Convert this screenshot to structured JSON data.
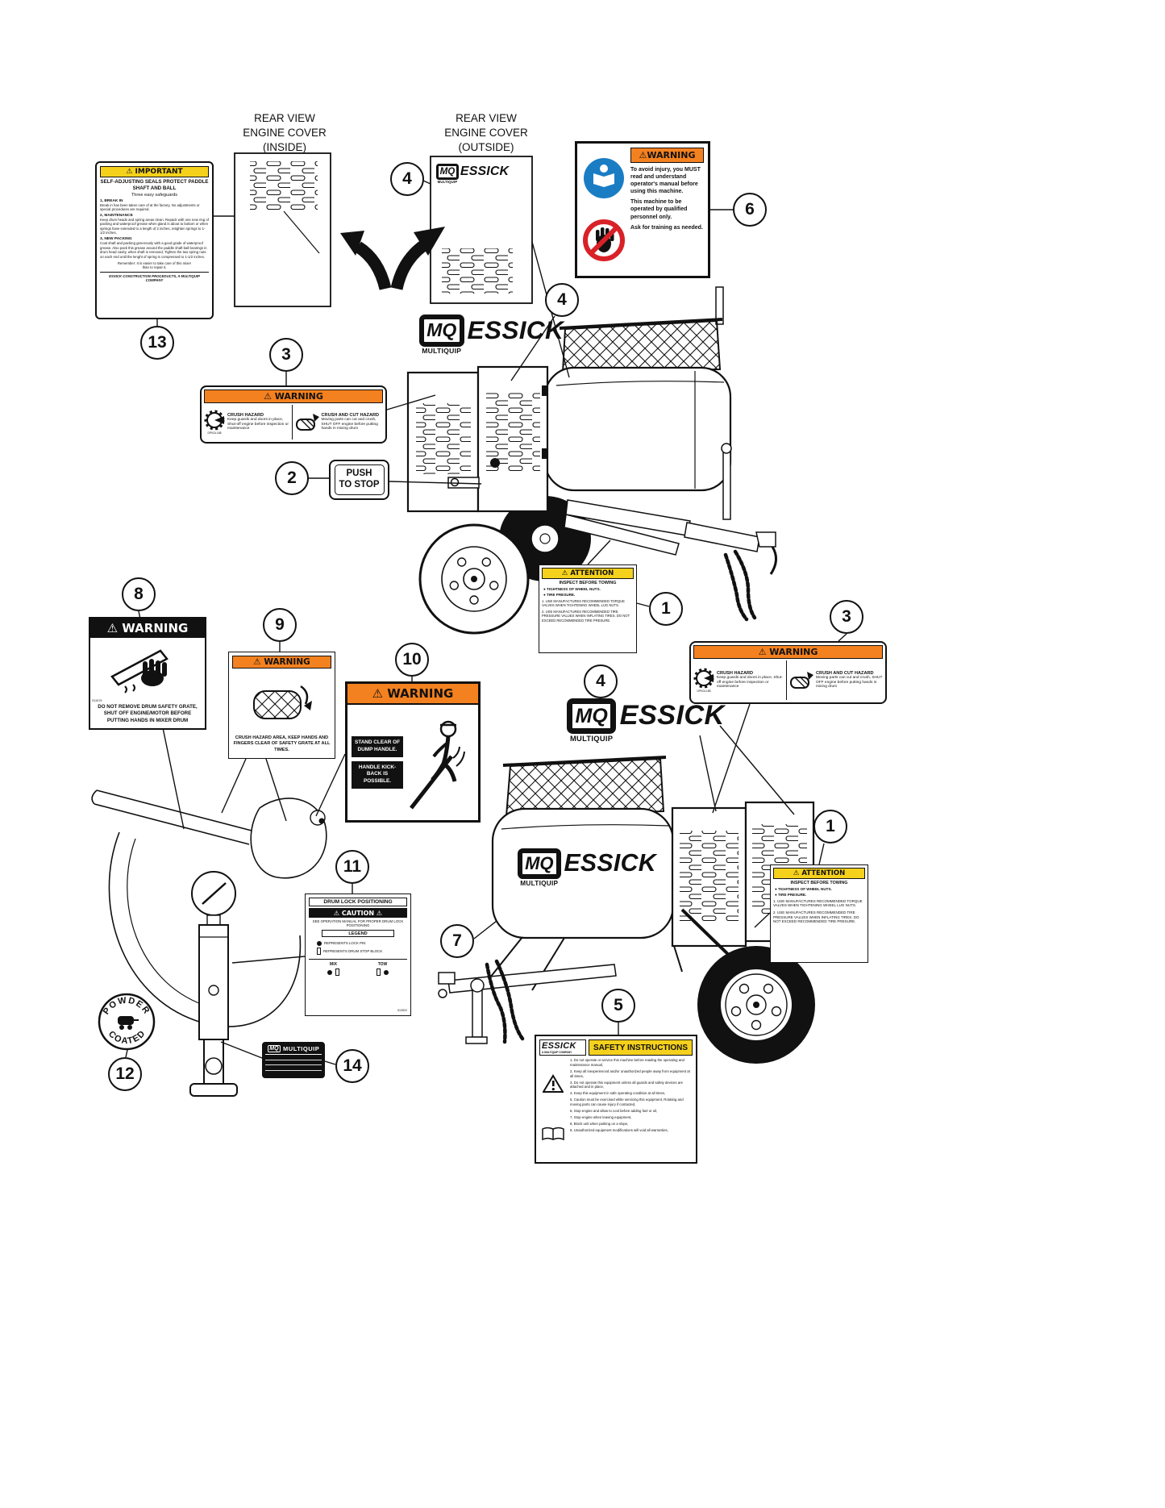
{
  "colors": {
    "orange": "#f4811f",
    "yellow": "#f5d11c",
    "black": "#111111",
    "blue": "#1a7dc4",
    "red": "#d92128"
  },
  "headers": {
    "inside": [
      "REAR VIEW",
      "ENGINE COVER",
      "(INSIDE)"
    ],
    "outside": [
      "REAR VIEW",
      "ENGINE COVER",
      "(OUTSIDE)"
    ]
  },
  "logo": {
    "mq": "MQ",
    "multiquip": "MULTIQUIP",
    "essick": "ESSICK"
  },
  "callouts": {
    "n1": "1",
    "n2": "2",
    "n3": "3",
    "n4": "4",
    "n5": "5",
    "n6": "6",
    "n7": "7",
    "n8": "8",
    "n9": "9",
    "n10": "10",
    "n11": "11",
    "n12": "12",
    "n13": "13",
    "n14": "14"
  },
  "decals": {
    "important13": {
      "header": "⚠ IMPORTANT",
      "title": "SELF-ADJUSTING SEALS PROTECT PADDLE SHAFT AND BALL",
      "subtitle": "Three easy safeguards",
      "s1h": "1, BREAK IN",
      "s1b": "Break in has been taken care of at the factory, No adjustments or special procedures are required.",
      "s2h": "2, MAINTENANCE",
      "s2b": "Keep drum heads and spring areas clean. Repack with one new ring of packing and waterproof grease when gland is about to bottom or when springs have extended to a length of 2 inches, retighten springs to 1-1/2 inches,",
      "s3h": "3, NEW PACKING",
      "s3b": "Coat shaft and packing generously with a good grade of waterproof grease. Also pack this grease around the paddle shaft ball bearings in drum head cavity, when shaft is removed, Tighten the two spring nuts on each end until the lenght of spring is compressed to 1-1/2 inches.",
      "remember": "Remember: It is easier to take care of this mixer than to repair it,",
      "footer": "ESSICK CONSTRUCTION PROCEDUCTS, A MULTIQUIP COMPANY"
    },
    "warning6": {
      "header": "⚠WARNING",
      "p1": "To avoid injury, you MUST read and understand operator's manual before using this machine.",
      "p2": "This machine to be operated by qualified personnel only.",
      "p3": "Ask for training as needed."
    },
    "warning3": {
      "header": "⚠ WARNING",
      "lh": "CRUSH HAZARD",
      "lb": "Keep guards and doors in place, Shut-off engine before inspection or maintenance",
      "rh": "CRUSH AND CUT HAZARD",
      "rb": "Moving parts can cut and crush, SHUT OFF engine before putting hands in mixing drum",
      "pn": "DPKDL188"
    },
    "push2": {
      "l1": "PUSH",
      "l2": "TO STOP"
    },
    "attention1": {
      "header": "⚠ ATTENTION",
      "title": "INSPECT BEFORE TOWING",
      "b1": "● TIGHTNESS OF WHEEL NUTS.",
      "b2": "● TIRE PRESURE.",
      "n1": "1. USE MANUFACTURES RECOMMENDED TORQUE VALVES WHEN TIGHTENING WHEEL LUG NUTS.",
      "n2": "2. USE MANUFACTURES RECOMMENDED TIRE PRESSURE VALUES WHEN INFLATING TIRES. DO NOT EXCEED RECOMMENDED TIRE PRESURE."
    },
    "warning8": {
      "header": "⚠ WARNING",
      "body": "DO NOT REMOVE DRUM SAFETY GRATE, SHUT OFF ENGINE/MOTOR BEFORE PUTTING HANDS IN MIXER DRUM",
      "pn": "S13479"
    },
    "warning9": {
      "header": "⚠ WARNING",
      "body": "CRUSH HAZARD AREA, KEEP HANDS AND FINGERS CLEAR OF SAFETY GRATE AT ALL TIMES."
    },
    "warning10": {
      "header": "⚠ WARNING",
      "box1": "STAND CLEAR OF DUMP HANDLE.",
      "box2": "HANDLE KICK-BACK IS POSSIBLE."
    },
    "caution11": {
      "title": "DRUM LOCK POSITIONING",
      "header": "⚠ CAUTION ⚠",
      "sub": "SEE OPERATION MANUAL FOR PROPER DRUM LOCK POSITIONING",
      "legend": "LEGEND",
      "pin": "REPRESENTS LOCK PIN",
      "block": "REPRESENTS DRUM STOP BLOCK",
      "mix": "MIX",
      "tow": "TOW",
      "pn": "513522"
    },
    "powder12": {
      "top": "POWDER",
      "bottom": "COATED"
    },
    "plate14": {
      "mq": "MQ",
      "brand": "MULTIQUIP"
    },
    "safety5": {
      "brand": "ESSICK",
      "brand_sub": "A MULTIQUIP COMPANY",
      "header": "SAFETY INSTRUCTIONS",
      "items": [
        "1, Do not operate or service this machine before reading the operating and maintenance manual,",
        "2, Keep all inexperienced and/or unauthorized people away from equipment at all times,",
        "3, Do not operate this equipment unless all guards and safety devices are attached and in place,",
        "4, Keep this equipment in safe operating condition at all times,",
        "5, Caution must be exercised while servicing this equipment, Rotating and moving parts can cause injury if contacted,",
        "6, Stop engine and allow to cool before adding fuel or oil,",
        "7, Stop engine when leaving equipment,",
        "8, Block unit when parking on a slope,",
        "9, Unauthorized equipment modifications will void all warranties,"
      ]
    }
  }
}
